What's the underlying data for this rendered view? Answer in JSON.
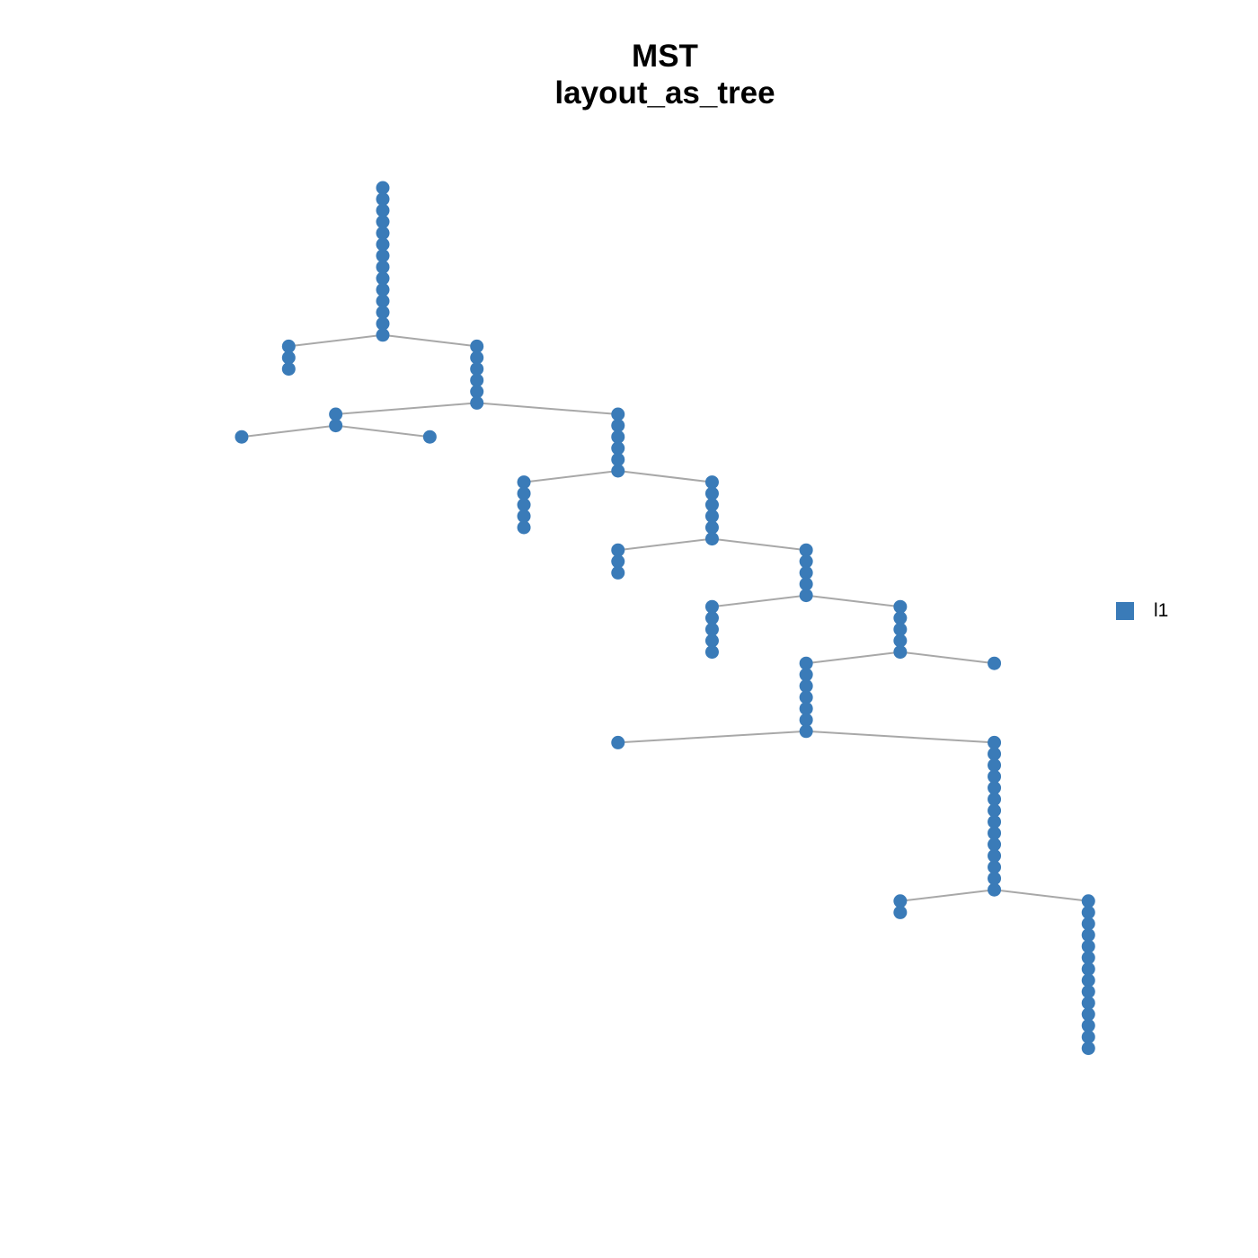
{
  "title_line1": "MST",
  "title_line2": "layout_as_tree",
  "legend": {
    "label": "l1",
    "color": "#3A7BB8"
  },
  "colors": {
    "node": "#3A7BB8",
    "edge": "#A8A8A8"
  },
  "tree": {
    "chains": [
      {
        "id": "A",
        "parent": null,
        "col": 0,
        "level": 0,
        "count": 14
      },
      {
        "id": "B",
        "parent": "A",
        "col": -1,
        "level": 14,
        "count": 3
      },
      {
        "id": "C",
        "parent": "A",
        "col": 1,
        "level": 14,
        "count": 6
      },
      {
        "id": "D",
        "parent": "C",
        "col": -0.5,
        "level": 20,
        "count": 2
      },
      {
        "id": "D1",
        "parent": "D",
        "col": -1.5,
        "level": 22,
        "count": 1
      },
      {
        "id": "D2",
        "parent": "D",
        "col": 0.5,
        "level": 22,
        "count": 1
      },
      {
        "id": "E",
        "parent": "C",
        "col": 2.5,
        "level": 20,
        "count": 6
      },
      {
        "id": "F",
        "parent": "E",
        "col": 1.5,
        "level": 26,
        "count": 5
      },
      {
        "id": "G",
        "parent": "E",
        "col": 3.5,
        "level": 26,
        "count": 6
      },
      {
        "id": "H",
        "parent": "G",
        "col": 2.5,
        "level": 32,
        "count": 3
      },
      {
        "id": "I",
        "parent": "G",
        "col": 4.5,
        "level": 32,
        "count": 5
      },
      {
        "id": "J",
        "parent": "I",
        "col": 3.5,
        "level": 37,
        "count": 5
      },
      {
        "id": "K",
        "parent": "I",
        "col": 5.5,
        "level": 37,
        "count": 5
      },
      {
        "id": "K1",
        "parent": "K",
        "col": 4.5,
        "level": 42,
        "count": 7
      },
      {
        "id": "K2",
        "parent": "K",
        "col": 6.5,
        "level": 42,
        "count": 1
      },
      {
        "id": "L",
        "parent": "K1",
        "col": 2.5,
        "level": 49,
        "count": 1
      },
      {
        "id": "M",
        "parent": "K1",
        "col": 6.5,
        "level": 49,
        "count": 14
      },
      {
        "id": "N",
        "parent": "M",
        "col": 5.5,
        "level": 63,
        "count": 2
      },
      {
        "id": "O",
        "parent": "M",
        "col": 7.5,
        "level": 63,
        "count": 14
      }
    ]
  }
}
